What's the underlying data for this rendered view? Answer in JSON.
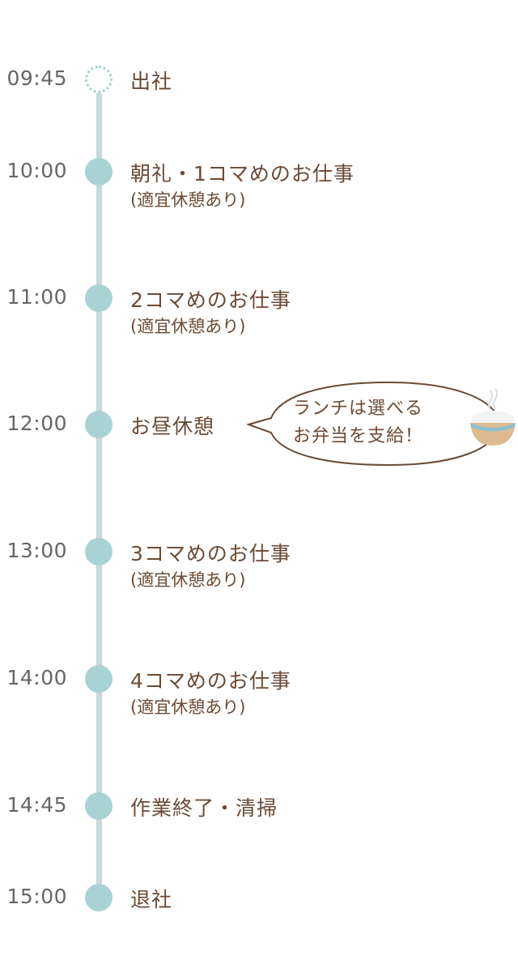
{
  "schedule": [
    {
      "time": "09:45",
      "title": "出社"
    },
    {
      "time": "10:00",
      "title": "朝礼・1コマめのお仕事",
      "note": "(適宜休憩あり)"
    },
    {
      "time": "11:00",
      "title": "2コマめのお仕事",
      "note": "(適宜休憩あり)"
    },
    {
      "time": "12:00",
      "title": "お昼休憩"
    },
    {
      "time": "13:00",
      "title": "3コマめのお仕事",
      "note": "(適宜休憩あり)"
    },
    {
      "time": "14:00",
      "title": "4コマめのお仕事",
      "note": "(適宜休憩あり)"
    },
    {
      "time": "14:45",
      "title": "作業終了・清掃"
    },
    {
      "time": "15:00",
      "title": "退社"
    }
  ],
  "lunch_bubble": {
    "line1": "ランチは選べる",
    "line2": "お弁当を支給！"
  },
  "colors": {
    "dot": "#a9d2d3",
    "line": "#c4dadb",
    "text": "#6b4a35",
    "time": "#666666"
  }
}
